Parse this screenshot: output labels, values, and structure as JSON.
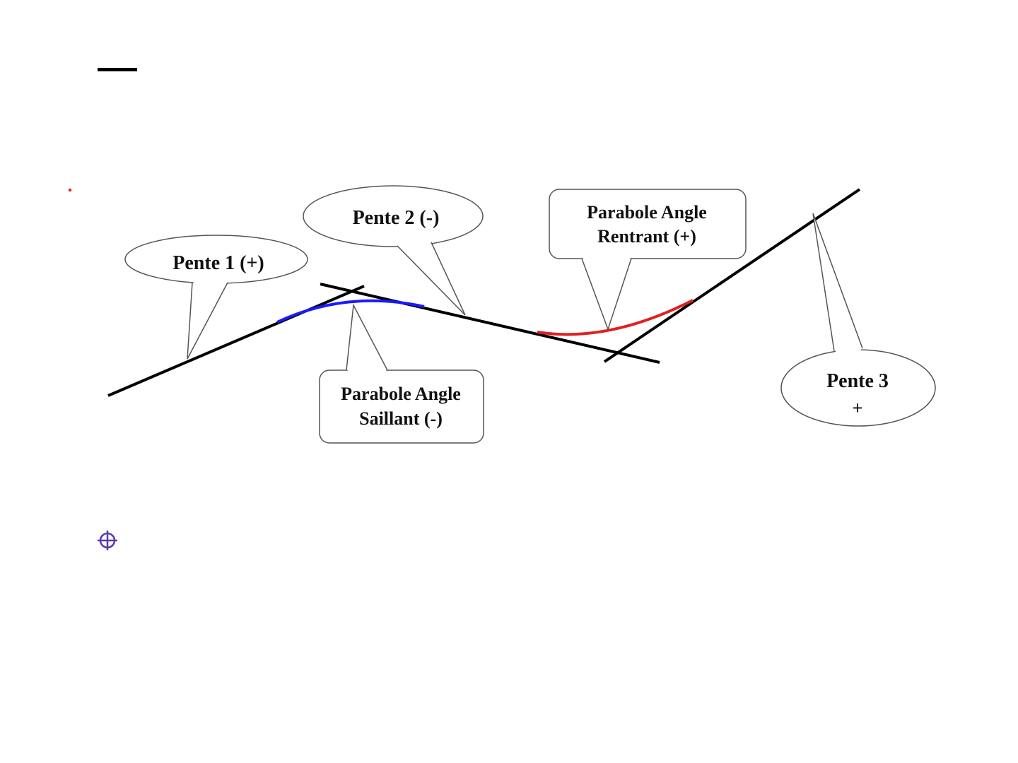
{
  "colors": {
    "line": "#000000",
    "parabola_saillant": "#1a1aff",
    "parabola_rentrant": "#e02020",
    "callout_stroke": "#555555",
    "crosshair": "#5b3aa8"
  },
  "callouts": {
    "pente1": "Pente 1 (+)",
    "pente2": "Pente 2 (-)",
    "rentrant": {
      "line1": "Parabole Angle",
      "line2": "Rentrant (+)"
    },
    "saillant": {
      "line1": "Parabole Angle",
      "line2": "Saillant (-)"
    },
    "pente3": {
      "line1": "Pente 3",
      "line2": "+"
    }
  },
  "icons": {
    "crosshair": "crosshair-icon"
  }
}
